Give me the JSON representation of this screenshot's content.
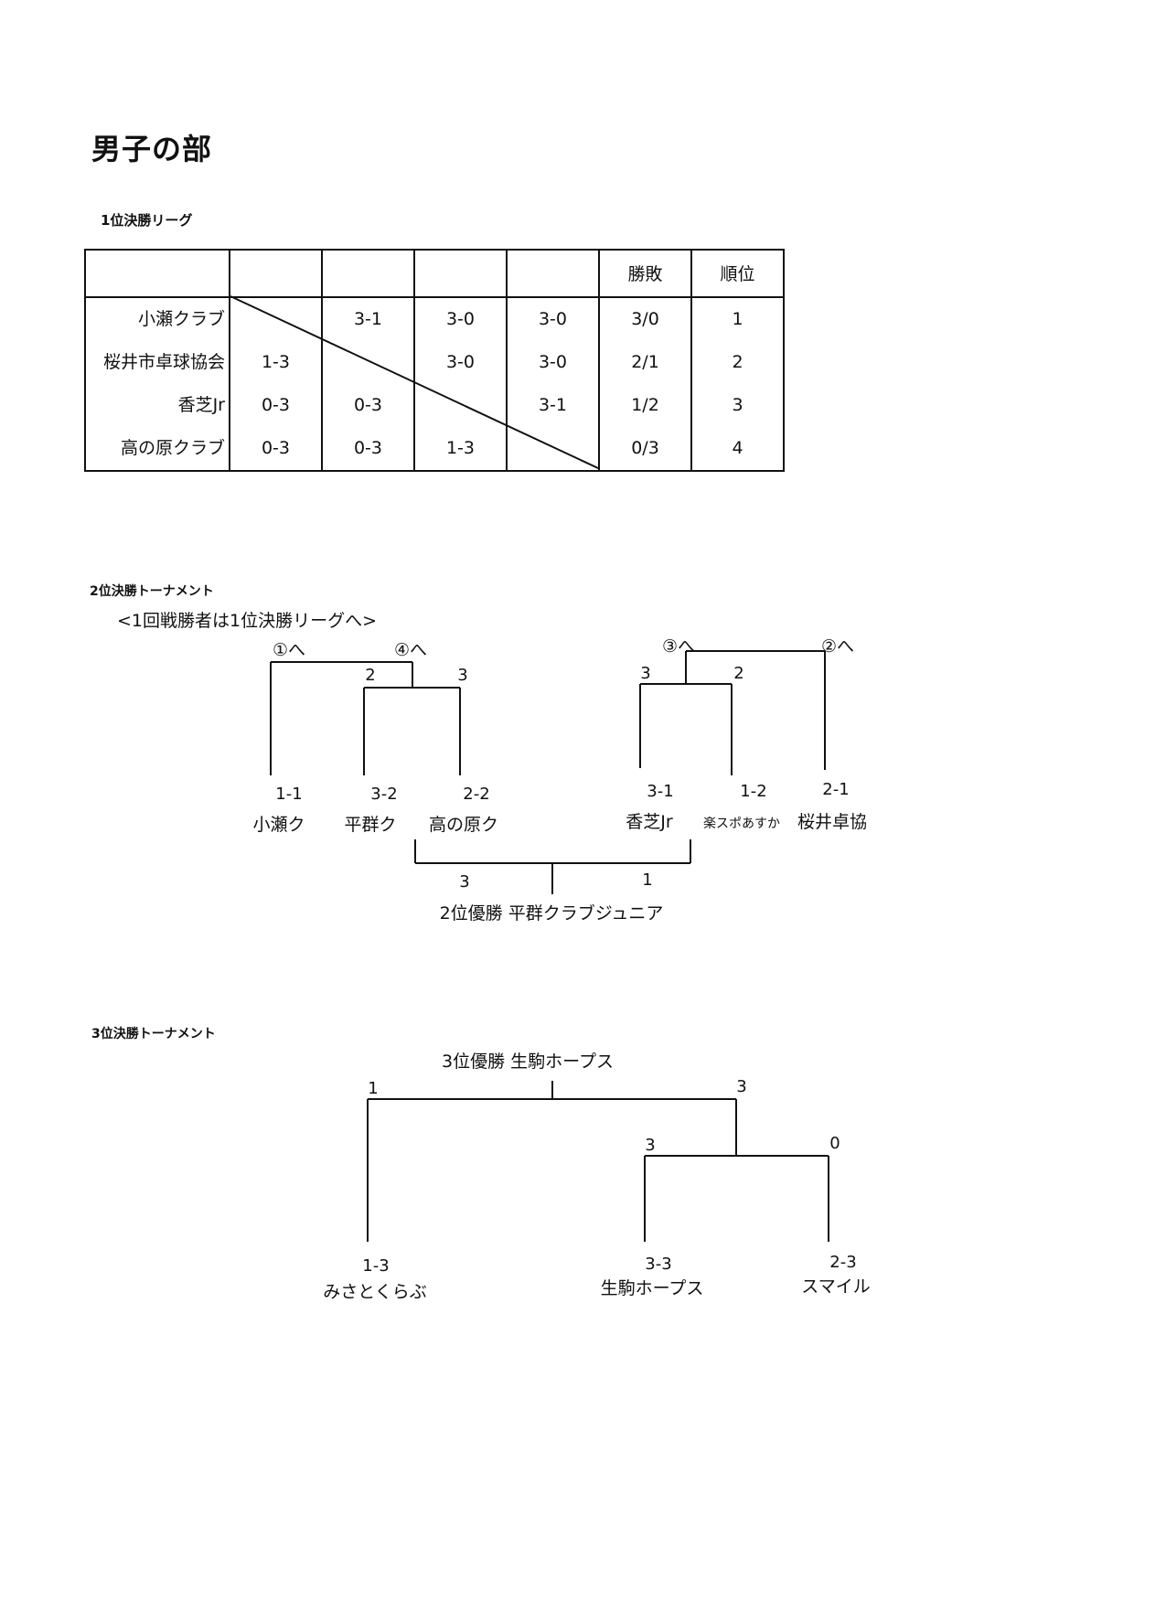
{
  "title": "男子の部",
  "league": {
    "title": "1位決勝リーグ",
    "headers": [
      "",
      "",
      "",
      "",
      "",
      "勝敗",
      "順位"
    ],
    "rows": [
      {
        "name": "小瀬クラブ",
        "cells": [
          "",
          "3-1",
          "3-0",
          "3-0"
        ],
        "record": "3/0",
        "rank": "1"
      },
      {
        "name": "桜井市卓球協会",
        "cells": [
          "1-3",
          "",
          "3-0",
          "3-0"
        ],
        "record": "2/1",
        "rank": "2"
      },
      {
        "name": "香芝Jr",
        "cells": [
          "0-3",
          "0-3",
          "",
          "3-1"
        ],
        "record": "1/2",
        "rank": "3"
      },
      {
        "name": "高の原クラブ",
        "cells": [
          "0-3",
          "0-3",
          "1-3",
          ""
        ],
        "record": "0/3",
        "rank": "4"
      }
    ]
  },
  "tournament2": {
    "title": "2位決勝トーナメント",
    "note": "<1回戦勝者は1位決勝リーグへ>",
    "left_group": {
      "advance_labels": [
        "①へ",
        "④へ"
      ],
      "scores": [
        "2",
        "3"
      ],
      "entries": [
        {
          "seed": "1-1",
          "name": "小瀬ク"
        },
        {
          "seed": "3-2",
          "name": "平群ク"
        },
        {
          "seed": "2-2",
          "name": "高の原ク"
        }
      ]
    },
    "right_group": {
      "advance_labels": [
        "③へ",
        "②へ"
      ],
      "scores": [
        "3",
        "2"
      ],
      "entries": [
        {
          "seed": "3-1",
          "name": "香芝Jr"
        },
        {
          "seed": "1-2",
          "name": "楽スポあすか"
        },
        {
          "seed": "2-1",
          "name": "桜井卓協"
        }
      ]
    },
    "final_scores": [
      "3",
      "1"
    ],
    "winner": "2位優勝  平群クラブジュニア"
  },
  "tournament3": {
    "title": "3位決勝トーナメント",
    "winner": "3位優勝  生駒ホープス",
    "final_scores": [
      "1",
      "3"
    ],
    "semi_scores": [
      "3",
      "0"
    ],
    "entries": [
      {
        "seed": "1-3",
        "name": "みさとくらぶ"
      },
      {
        "seed": "3-3",
        "name": "生駒ホープス"
      },
      {
        "seed": "2-3",
        "name": "スマイル"
      }
    ]
  }
}
